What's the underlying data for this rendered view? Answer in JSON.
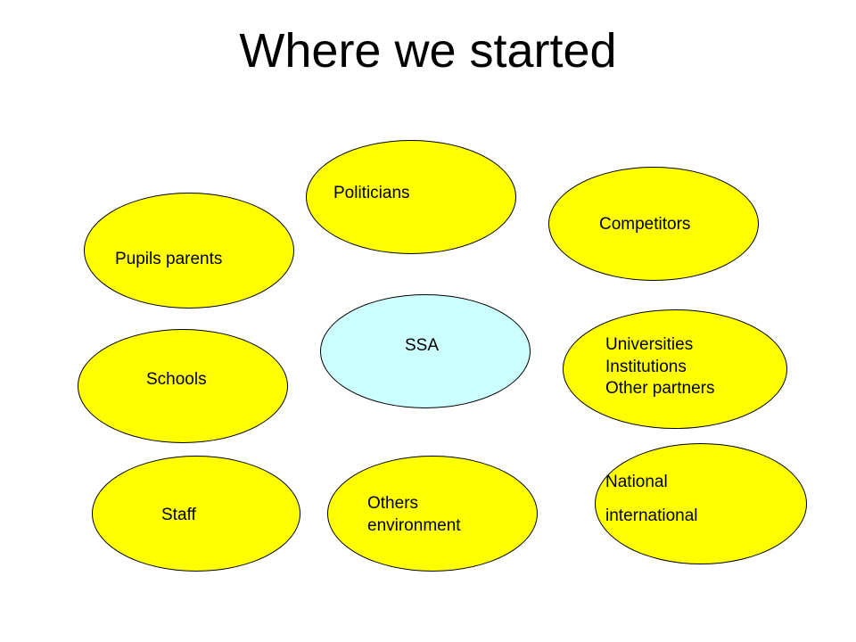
{
  "title": "Where we started",
  "colors": {
    "node_fill": "#ffff00",
    "center_fill": "#ccffff",
    "outline": "#000000"
  },
  "nodes": {
    "politicians": {
      "label": "Politicians"
    },
    "competitors": {
      "label": "Competitors"
    },
    "pupils_parents": {
      "label": "Pupils parents"
    },
    "ssa": {
      "label": "SSA"
    },
    "universities": {
      "lines": [
        "Universities",
        "Institutions",
        "Other partners"
      ]
    },
    "schools": {
      "label": "Schools"
    },
    "staff": {
      "label": "Staff"
    },
    "others": {
      "lines": [
        "Others",
        "environment"
      ]
    },
    "national": {
      "lines": [
        "National",
        "international"
      ]
    }
  }
}
